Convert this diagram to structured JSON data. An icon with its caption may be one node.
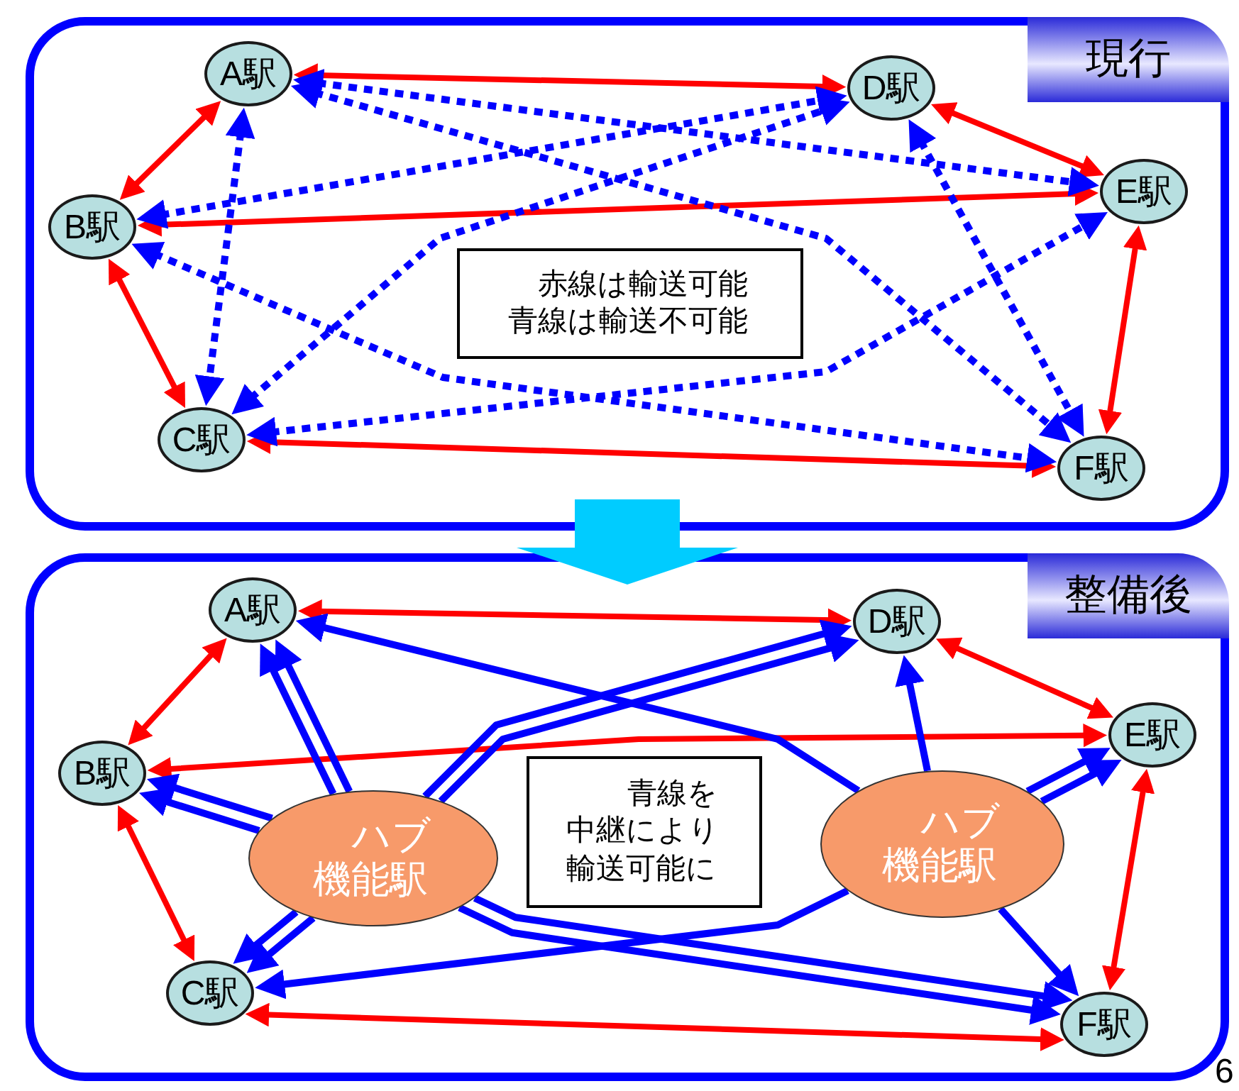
{
  "diagram": {
    "nodes": [
      {
        "text": [
          "現行"
        ]
      },
      {
        "text": [
          "A駅"
        ],
        "in": 0
      },
      {
        "text": [
          "B駅"
        ],
        "in": 0
      },
      {
        "text": [
          "C駅"
        ],
        "in": 0
      },
      {
        "text": [
          "D駅"
        ],
        "in": 0
      },
      {
        "text": [
          "E駅"
        ],
        "in": 0
      },
      {
        "text": [
          "F駅"
        ],
        "in": 0
      },
      {
        "text": [
          "赤線は輸送可能青線は輸送不可能"
        ],
        "in": 0
      },
      {
        "text": [
          "整備後"
        ]
      },
      {
        "text": [
          "A駅"
        ],
        "in": 8
      },
      {
        "text": [
          "B駅"
        ],
        "in": 8
      },
      {
        "text": [
          "C駅"
        ],
        "in": 8
      },
      {
        "text": [
          "D駅"
        ],
        "in": 8
      },
      {
        "text": [
          "E駅"
        ],
        "in": 8
      },
      {
        "text": [
          "F駅"
        ],
        "in": 8
      },
      {
        "text": [
          "ハブ機能駅"
        ],
        "in": 8
      },
      {
        "text": [
          "ハブ機能駅"
        ],
        "in": 8
      },
      {
        "text": [
          "青線を中継により輸送可能に"
        ],
        "in": 8
      }
    ],
    "edges": [
      {
        "from": 1,
        "to": 4,
        "arrow": "both",
        "color": "#ff0000"
      },
      {
        "from": 1,
        "to": 2,
        "arrow": "both",
        "color": "#ff0000"
      },
      {
        "from": 2,
        "to": 5,
        "arrow": "both",
        "color": "#ff0000"
      },
      {
        "from": 2,
        "to": 3,
        "arrow": "both",
        "color": "#ff0000"
      },
      {
        "from": 3,
        "to": 6,
        "arrow": "both",
        "color": "#ff0000"
      },
      {
        "from": 4,
        "to": 5,
        "arrow": "both",
        "color": "#ff0000"
      },
      {
        "from": 5,
        "to": 6,
        "arrow": "both",
        "color": "#ff0000"
      },
      {
        "from": 1,
        "to": 3,
        "arrow": "both",
        "style": "dashed",
        "color": "#0000ff"
      },
      {
        "from": 1,
        "to": 5,
        "arrow": "both",
        "style": "dashed",
        "color": "#0000ff"
      },
      {
        "from": 1,
        "to": 6,
        "arrow": "both",
        "style": "dashed",
        "color": "#0000ff"
      },
      {
        "from": 2,
        "to": 4,
        "arrow": "both",
        "style": "dashed",
        "color": "#0000ff"
      },
      {
        "from": 2,
        "to": 6,
        "arrow": "both",
        "style": "dashed",
        "color": "#0000ff"
      },
      {
        "from": 3,
        "to": 4,
        "arrow": "both",
        "style": "dashed",
        "color": "#0000ff"
      },
      {
        "from": 3,
        "to": 5,
        "arrow": "both",
        "style": "dashed",
        "color": "#0000ff"
      },
      {
        "from": 4,
        "to": 6,
        "arrow": "both",
        "style": "dashed",
        "color": "#0000ff"
      },
      {
        "from": 0,
        "to": 8,
        "arrow": "to",
        "style": "thick",
        "color": "#00ccff"
      },
      {
        "from": 9,
        "to": 12,
        "arrow": "both",
        "color": "#ff0000"
      },
      {
        "from": 9,
        "to": 10,
        "arrow": "both",
        "color": "#ff0000"
      },
      {
        "from": 10,
        "to": 13,
        "arrow": "both",
        "color": "#ff0000"
      },
      {
        "from": 10,
        "to": 11,
        "arrow": "both",
        "color": "#ff0000"
      },
      {
        "from": 11,
        "to": 14,
        "arrow": "both",
        "color": "#ff0000"
      },
      {
        "from": 12,
        "to": 13,
        "arrow": "both",
        "color": "#ff0000"
      },
      {
        "from": 13,
        "to": 14,
        "arrow": "both",
        "color": "#ff0000"
      },
      {
        "from": 15,
        "to": 9,
        "arrow": "to",
        "color": "#0000ff"
      },
      {
        "from": 15,
        "to": 9,
        "arrow": "to",
        "color": "#0000ff"
      },
      {
        "from": 15,
        "to": 11,
        "arrow": "to",
        "color": "#0000ff"
      },
      {
        "from": 15,
        "to": 11,
        "arrow": "to",
        "color": "#0000ff"
      },
      {
        "from": 15,
        "to": 10,
        "arrow": "to",
        "color": "#0000ff"
      },
      {
        "from": 15,
        "to": 10,
        "arrow": "to",
        "color": "#0000ff"
      },
      {
        "from": 15,
        "to": 12,
        "arrow": "to",
        "color": "#0000ff"
      },
      {
        "from": 15,
        "to": 12,
        "arrow": "to",
        "color": "#0000ff"
      },
      {
        "from": 15,
        "to": 14,
        "arrow": "to",
        "color": "#0000ff"
      },
      {
        "from": 15,
        "to": 14,
        "arrow": "to",
        "color": "#0000ff"
      },
      {
        "from": 16,
        "to": 9,
        "arrow": "to",
        "color": "#0000ff"
      },
      {
        "from": 16,
        "to": 13,
        "arrow": "to",
        "color": "#0000ff"
      },
      {
        "from": 16,
        "to": 13,
        "arrow": "to",
        "color": "#0000ff"
      },
      {
        "from": 16,
        "to": 12,
        "arrow": "to",
        "color": "#0000ff"
      },
      {
        "from": 16,
        "to": 14,
        "arrow": "to",
        "color": "#0000ff"
      },
      {
        "from": 16,
        "to": 11,
        "arrow": "to",
        "color": "#0000ff"
      }
    ],
    "labels": [
      "6"
    ]
  }
}
